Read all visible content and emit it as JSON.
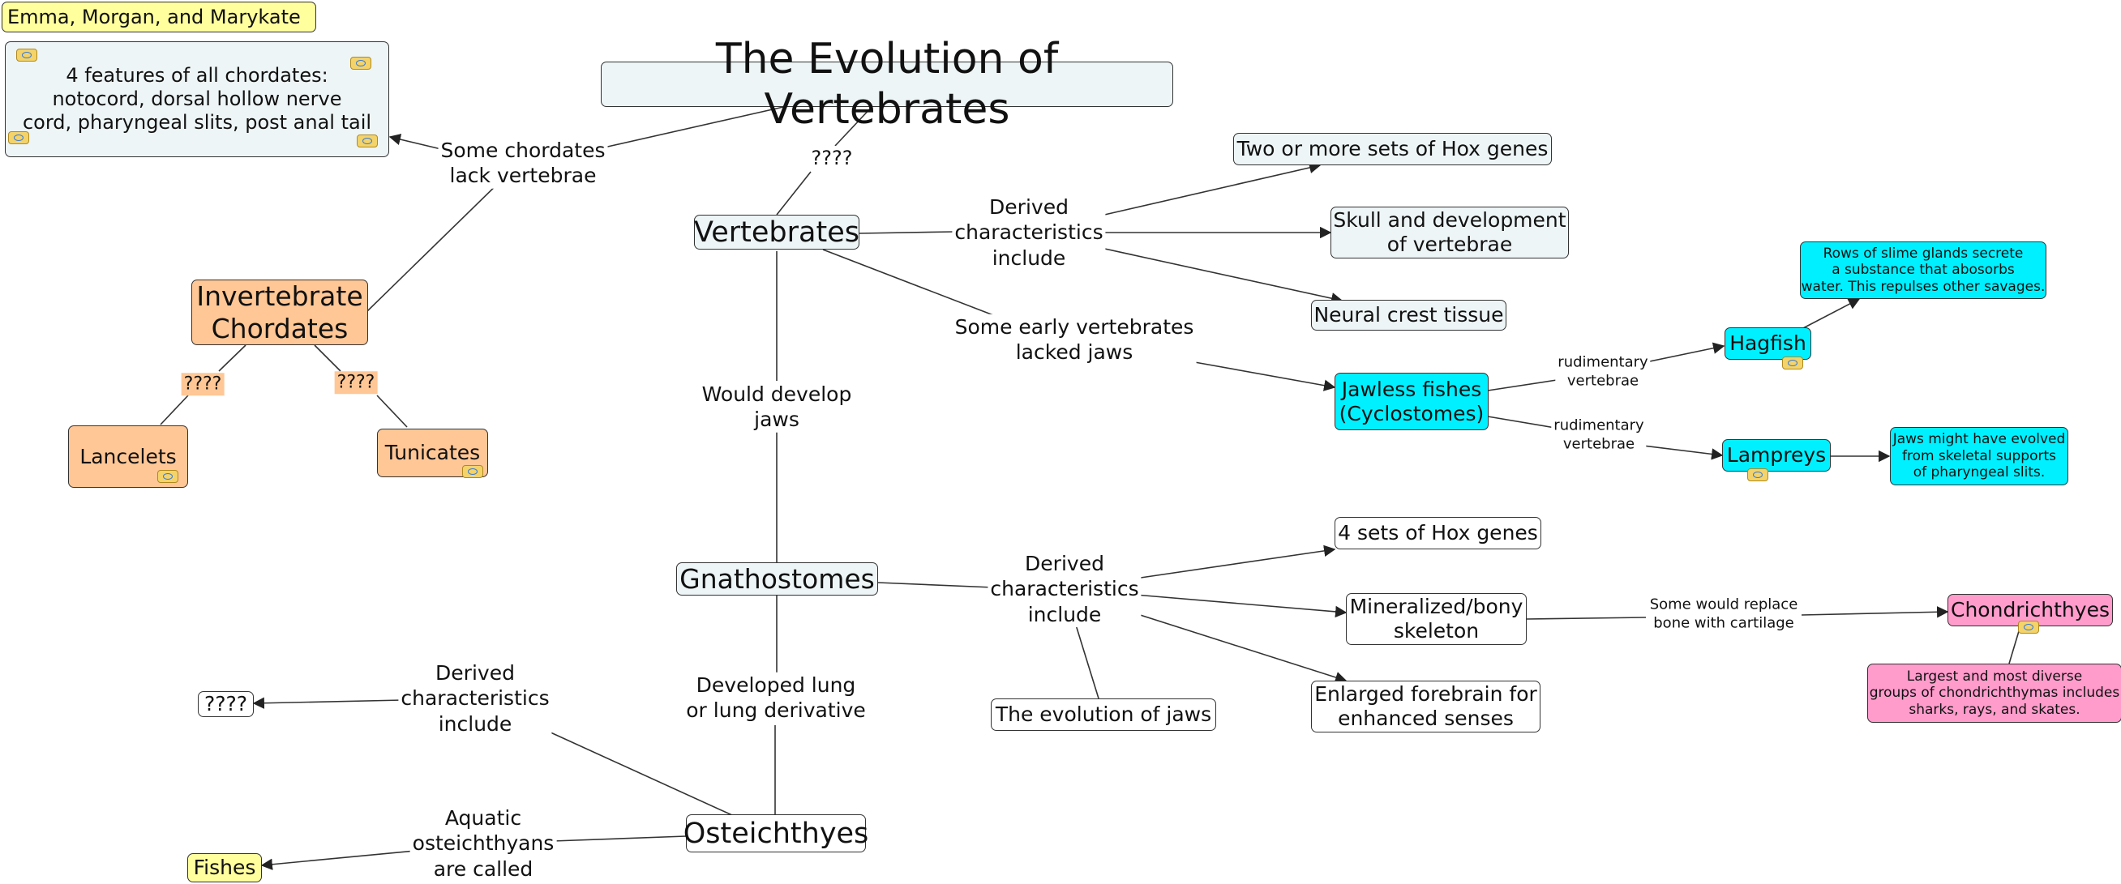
{
  "title": "The Evolution of Vertebrates",
  "authors": "Emma, Morgan, and Marykate",
  "colors": {
    "pale": "#eef5f6",
    "yellow": "#ffff9e",
    "orange": "#ffc795",
    "cyan": "#00f0ff",
    "pink": "#ff9ccc",
    "line": "#333333"
  },
  "icons": [
    "resource-badge-icon"
  ],
  "nodes": {
    "chordate_features": "4 features of all chordates:\nnotocord, dorsal hollow nerve\ncord, pharyngeal slits, post anal tail",
    "invertebrate_chordates": "Invertebrate\nChordates",
    "lancelets": "Lancelets",
    "tunicates": "Tunicates",
    "vertebrates": "Vertebrates",
    "hox_two_or_more": "Two or more sets of Hox genes",
    "skull_vertebrae": "Skull and development\nof vertebrae",
    "neural_crest": "Neural crest tissue",
    "jawless_fishes": "Jawless fishes\n(Cyclostomes)",
    "hagfish": "Hagfish",
    "hagfish_note": "Rows of slime glands secrete\na substance that abosorbs\nwater. This repulses other savages.",
    "lampreys": "Lampreys",
    "lampreys_note": "Jaws might have evolved\nfrom skeletal supports\nof pharyngeal slits.",
    "gnathostomes": "Gnathostomes",
    "hox_four": "4 sets of Hox genes",
    "mineralized": "Mineralized/bony\nskeleton",
    "forebrain": "Enlarged forebrain for\nenhanced senses",
    "evolution_jaws": "The evolution of jaws",
    "chondrichthyes": "Chondrichthyes",
    "chondrichthyes_note": "Largest and most diverse\ngroups of chondrichthymas includes\nsharks, rays, and skates.",
    "osteichthyes": "Osteichthyes",
    "unknown_trait": "????",
    "fishes": "Fishes"
  },
  "links": {
    "some_chordates": "Some chordates\nlack vertebrae",
    "q_title_vert": "????",
    "q_lancelets": "????",
    "q_tunicates": "????",
    "derived_vert": "Derived\ncharacteristics\ninclude",
    "early_jawless": "Some early vertebrates\nlacked jaws",
    "rud_hagfish": "rudimentary\nvertebrae",
    "rud_lampreys": "rudimentary\nvertebrae",
    "would_develop": "Would develop\njaws",
    "derived_gnath": "Derived\ncharacteristics\ninclude",
    "replace_bone": "Some would replace\nbone with cartilage",
    "developed_lung": "Developed lung\nor lung derivative",
    "derived_oste": "Derived\ncharacteristics\ninclude",
    "aquatic": "Aquatic\nosteichthyans\nare called"
  }
}
